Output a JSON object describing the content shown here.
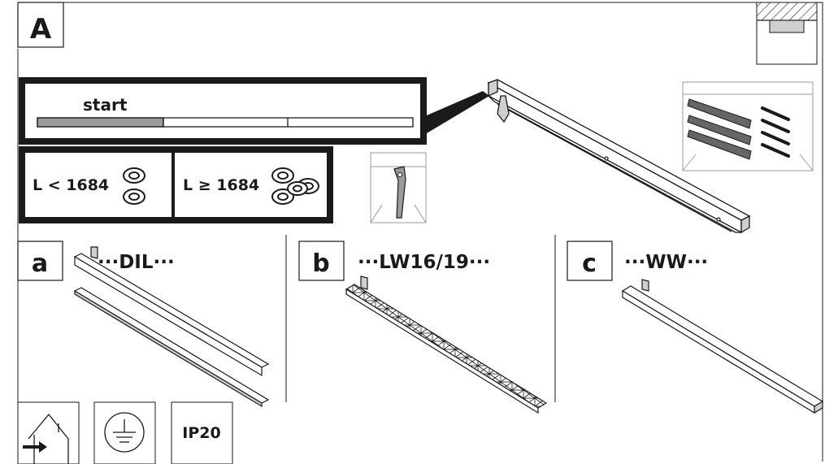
{
  "figure": {
    "section_label": "A",
    "start_label": "start",
    "clip_options": [
      {
        "condition": "L < 1684",
        "clip_count": 2
      },
      {
        "condition": "L ≥ 1684",
        "clip_count": 4
      }
    ],
    "variants": [
      {
        "letter": "a",
        "code": "···DIL···"
      },
      {
        "letter": "b",
        "code": "···LW16/19···"
      },
      {
        "letter": "c",
        "code": "···WW···"
      }
    ],
    "rating": "IP20",
    "icons": [
      "indoor-use-icon",
      "protective-earth-icon",
      "ceiling-mount-icon"
    ],
    "colors": {
      "line": "#1a1a1a",
      "start_segment": "#9a9a9a",
      "gray_fill": "#cfcfcf"
    }
  }
}
